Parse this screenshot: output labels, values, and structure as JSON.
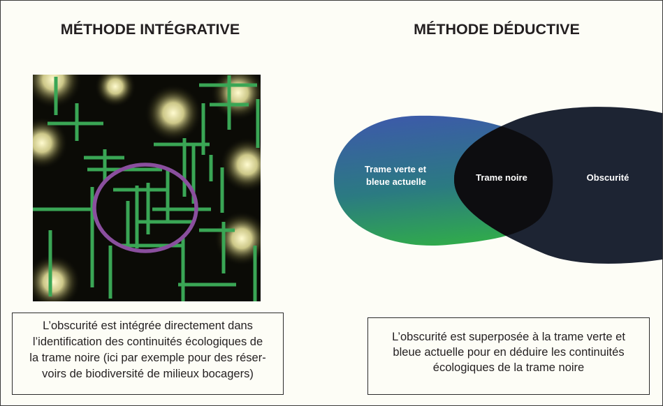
{
  "titles": {
    "left": "MÉTHODE INTÉGRATIVE",
    "right": "MÉTHODE DÉDUCTIVE"
  },
  "venn": {
    "left_label": [
      "Trame verte et",
      "bleue actuelle"
    ],
    "intersection_label": "Trame noire",
    "right_label": "Obscurité"
  },
  "descriptions": {
    "left": [
      "L’obscurité est intégrée directement dans",
      "l’identification des continuités écologiques de",
      "la trame noire (ici par exemple pour des réser-",
      "voirs de biodiversité de milieux bocagers)"
    ],
    "right": [
      "L’obscurité est superposée à la trame verte et",
      "bleue actuelle pour en déduire les continuités",
      "écologiques de la trame noire"
    ]
  },
  "colors": {
    "background": "#fdfdf6",
    "text": "#231f20",
    "night_map": "#0b0b06",
    "light_glow": "#fffbd0",
    "hedgerow_green": "#3aa655",
    "focus_ellipse": "#8a4f9e",
    "venn_blue": "#3c5ba8",
    "venn_teal": "#2b7a82",
    "venn_green": "#30ab4b",
    "obscurity_navy": "#1d2433",
    "trame_noire_black": "#0d0d10",
    "label_text": "#ffffff",
    "box_border": "#2b2b2b"
  }
}
